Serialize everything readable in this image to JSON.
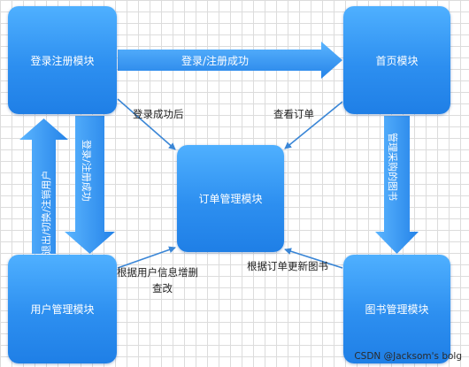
{
  "modules": {
    "login": "登录注册模块",
    "home": "首页模块",
    "order": "订单管理模块",
    "user": "用户管理模块",
    "books": "图书管理模块"
  },
  "edges": {
    "login_to_home": "登录/注册成功",
    "login_to_order": "登录成功后",
    "home_to_order": "查看订单",
    "login_to_user": "登录/注册成功",
    "user_to_login": "退出/切换/注销用户",
    "home_to_books": "管理采购的图书",
    "user_to_order_line1": "根据用户信息增删",
    "user_to_order_line2": "查改",
    "books_to_order": "根据订单更新图书"
  },
  "watermark": "CSDN @Jacksom's bolg",
  "colors": {
    "module_fill": "#2d8ff0",
    "arrow_fill": "#2f90ee",
    "connector": "#3a86d6"
  }
}
